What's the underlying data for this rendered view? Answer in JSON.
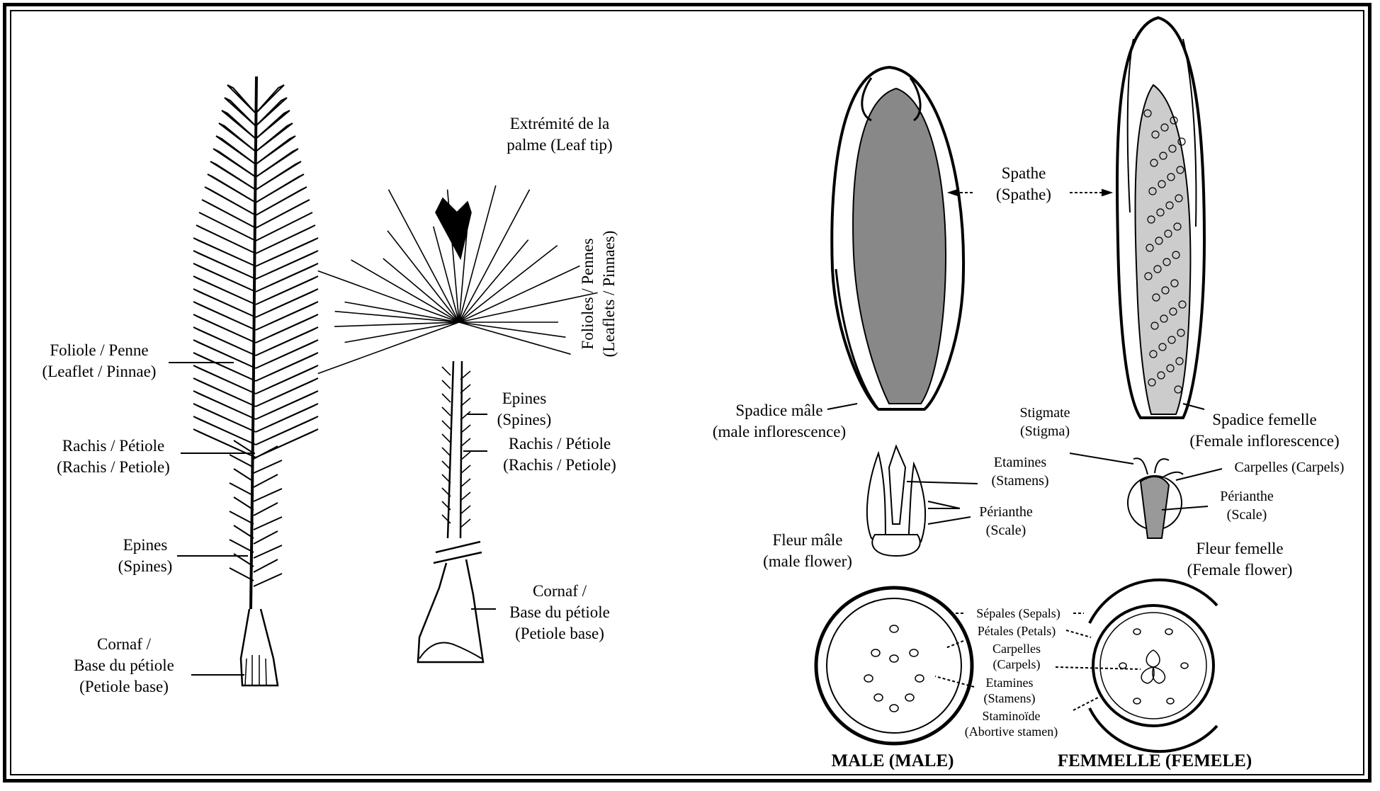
{
  "leaf": {
    "foliole": [
      "Foliole / Penne",
      "(Leaflet / Pinnae)"
    ],
    "rachis": [
      "Rachis / Pétiole",
      "(Rachis / Petiole)"
    ],
    "epines": [
      "Epines",
      "(Spines)"
    ],
    "cornaf": [
      "Cornaf /",
      "Base du pétiole",
      "(Petiole base)"
    ]
  },
  "leaf_detail": {
    "tip": [
      "Extrémité de la",
      "palme (Leaf tip)"
    ],
    "folioles": [
      "Folioles / Pennes",
      "(Leaflets / Pinnaes)"
    ],
    "epines": [
      "Epines",
      "(Spines)"
    ],
    "rachis": [
      "Rachis / Pétiole",
      "(Rachis / Petiole)"
    ],
    "cornaf": [
      "Cornaf /",
      "Base du pétiole",
      "(Petiole base)"
    ]
  },
  "inflorescence": {
    "spathe": [
      "Spathe",
      "(Spathe)"
    ],
    "spadice_male": [
      "Spadice mâle",
      "(male inflorescence)"
    ],
    "spadice_femelle": [
      "Spadice femelle",
      "(Female inflorescence)"
    ]
  },
  "flowers": {
    "stigmate": [
      "Stigmate",
      "(Stigma)"
    ],
    "etamines": [
      "Etamines",
      "(Stamens)"
    ],
    "perianthe_male": [
      "Périanthe",
      "(Scale)"
    ],
    "fleur_male": [
      "Fleur mâle",
      "(male flower)"
    ],
    "carpelles": "Carpelles (Carpels)",
    "perianthe_femelle": [
      "Périanthe",
      "(Scale)"
    ],
    "fleur_femelle": [
      "Fleur femelle",
      "(Female flower)"
    ]
  },
  "diagrams": {
    "sepales": "Sépales (Sepals)",
    "petales": "Pétales (Petals)",
    "carpelles": [
      "Carpelles",
      "(Carpels)"
    ],
    "etamines": [
      "Etamines",
      "(Stamens)"
    ],
    "staminoide": [
      "Staminoïde",
      "(Abortive stamen)"
    ],
    "male_title": "MALE (MALE)",
    "female_title": "FEMMELLE (FEMELE)"
  }
}
